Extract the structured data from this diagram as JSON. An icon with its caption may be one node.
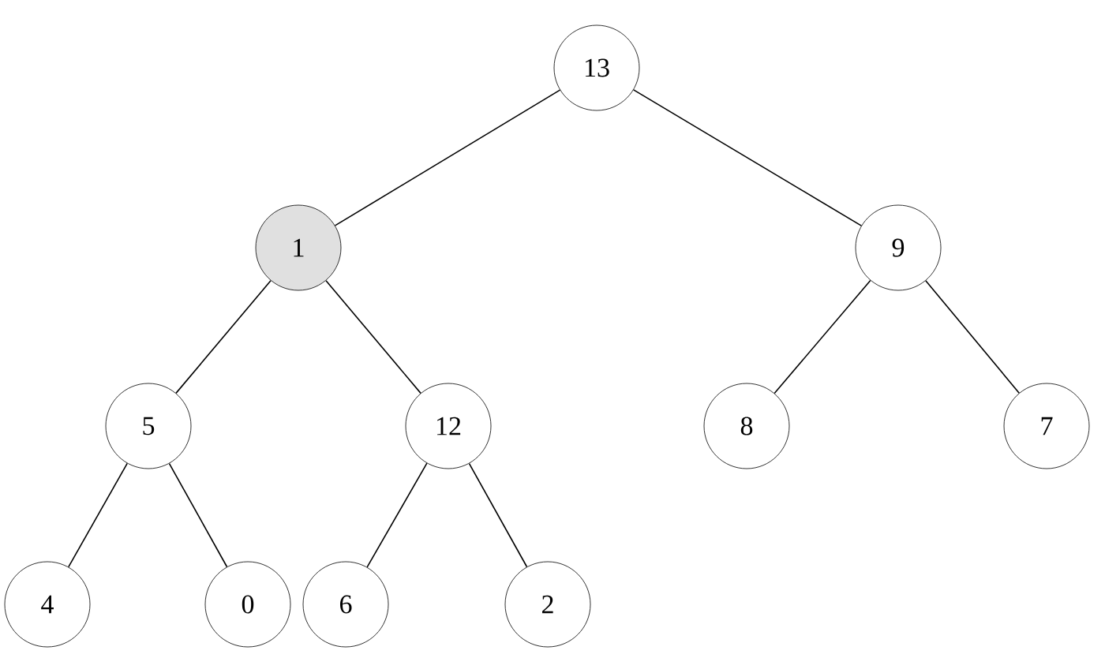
{
  "diagram": {
    "nodes": [
      {
        "text": [
          "13"
        ]
      },
      {
        "text": [
          "1"
        ]
      },
      {
        "text": [
          "9"
        ]
      },
      {
        "text": [
          "5"
        ]
      },
      {
        "text": [
          "12"
        ]
      },
      {
        "text": [
          "8"
        ]
      },
      {
        "text": [
          "7"
        ]
      },
      {
        "text": [
          "4"
        ]
      },
      {
        "text": [
          "0"
        ]
      },
      {
        "text": [
          "6"
        ]
      },
      {
        "text": [
          "2"
        ]
      }
    ],
    "edges": [
      {
        "from": 0,
        "to": 1,
        "arrow": "none"
      },
      {
        "from": 0,
        "to": 2,
        "arrow": "none"
      },
      {
        "from": 1,
        "to": 3,
        "arrow": "none"
      },
      {
        "from": 1,
        "to": 4,
        "arrow": "none"
      },
      {
        "from": 2,
        "to": 5,
        "arrow": "none"
      },
      {
        "from": 2,
        "to": 6,
        "arrow": "none"
      },
      {
        "from": 3,
        "to": 7,
        "arrow": "none"
      },
      {
        "from": 3,
        "to": 8,
        "arrow": "none"
      },
      {
        "from": 4,
        "to": 9,
        "arrow": "none"
      },
      {
        "from": 4,
        "to": 10,
        "arrow": "none"
      }
    ]
  }
}
